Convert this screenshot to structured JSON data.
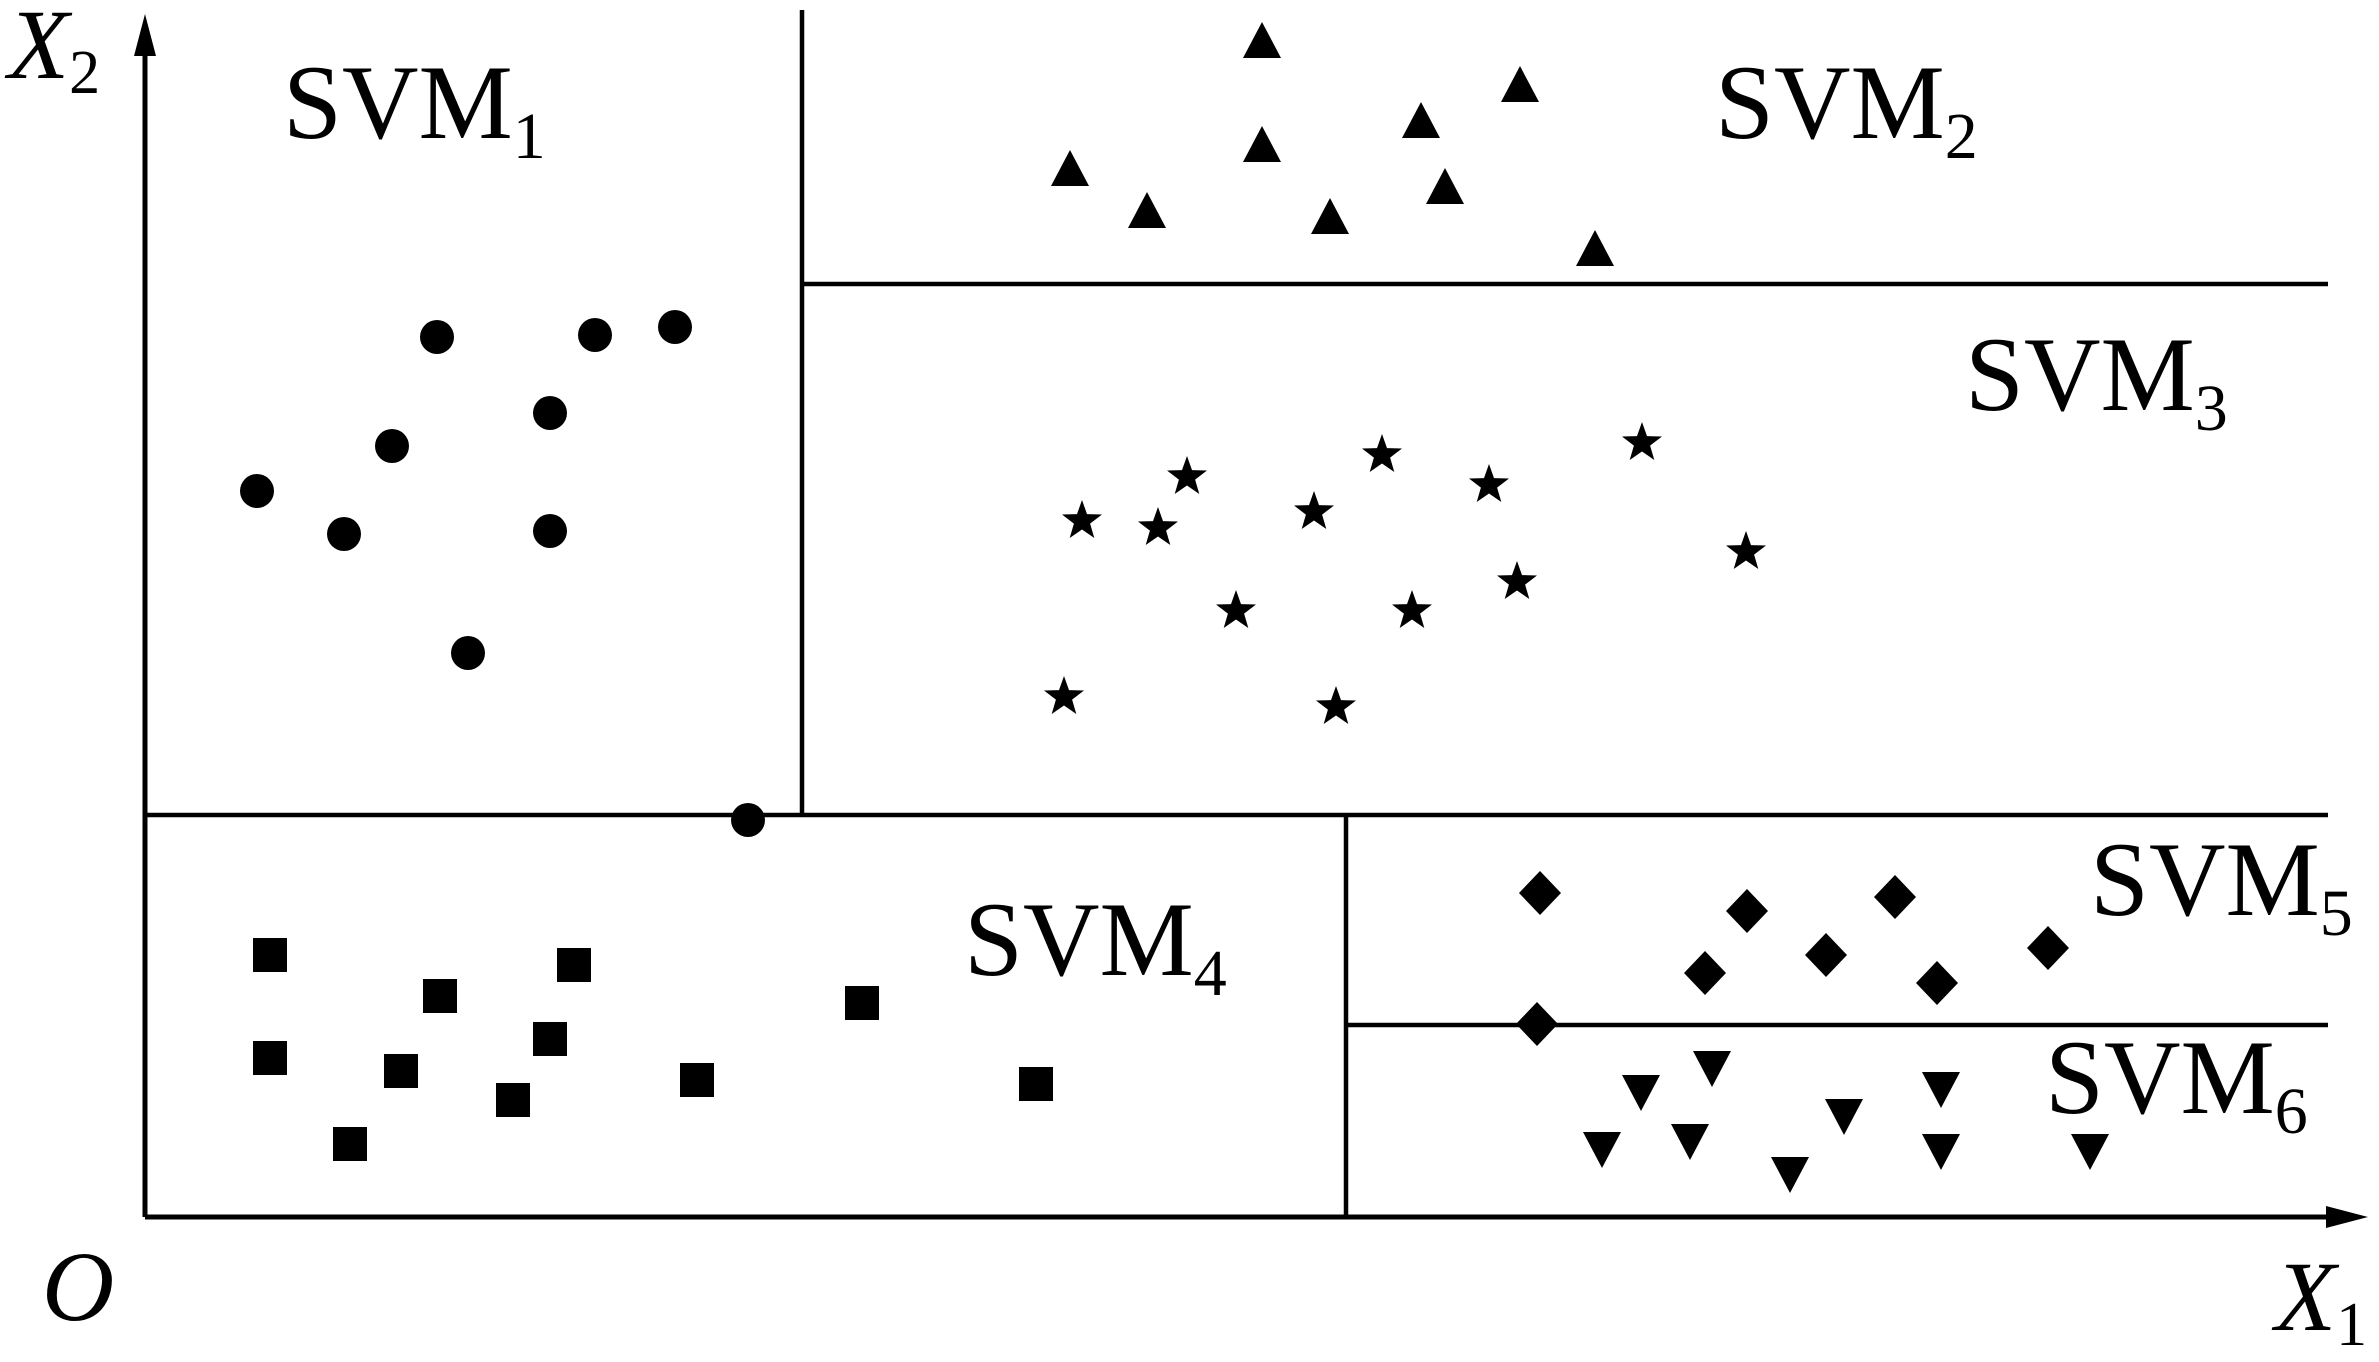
{
  "axes": {
    "x_label": "X",
    "x_label_sub": "1",
    "y_label": "X",
    "y_label_sub": "2",
    "origin_label": "O"
  },
  "regions": [
    {
      "id": "svm1",
      "label": "SVM",
      "sub": "1",
      "marker": "circle"
    },
    {
      "id": "svm2",
      "label": "SVM",
      "sub": "2",
      "marker": "triangle-up"
    },
    {
      "id": "svm3",
      "label": "SVM",
      "sub": "3",
      "marker": "star"
    },
    {
      "id": "svm4",
      "label": "SVM",
      "sub": "4",
      "marker": "square"
    },
    {
      "id": "svm5",
      "label": "SVM",
      "sub": "5",
      "marker": "diamond"
    },
    {
      "id": "svm6",
      "label": "SVM",
      "sub": "6",
      "marker": "triangle-down"
    }
  ],
  "colors": {
    "ink": "#000000",
    "background": "#ffffff"
  }
}
